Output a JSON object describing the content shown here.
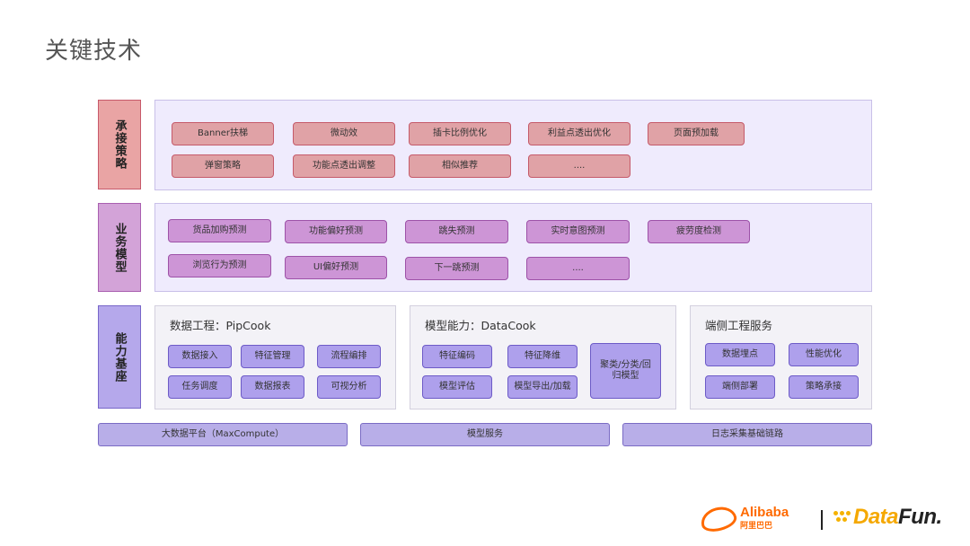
{
  "title": "关键技术",
  "layers": {
    "strategy": {
      "label": "承接策略",
      "items": [
        "Banner扶梯",
        "微动效",
        "插卡比例优化",
        "利益点透出优化",
        "页面预加载",
        "弹窗策略",
        "功能点透出调整",
        "相似推荐",
        "...."
      ]
    },
    "business": {
      "label": "业务模型",
      "items": [
        "货品加购预测",
        "功能偏好预测",
        "跳失预测",
        "实时意图预测",
        "疲劳度检测",
        "浏览行为预测",
        "UI偏好预测",
        "下一跳预测",
        "...."
      ]
    },
    "capability": {
      "label": "能力基座",
      "groups": [
        {
          "title": "数据工程：PipCook",
          "items": [
            "数据接入",
            "特征管理",
            "流程编排",
            "任务调度",
            "数据报表",
            "可视分析"
          ]
        },
        {
          "title": "模型能力：DataCook",
          "items": [
            "特征编码",
            "特征降维",
            "聚类/分类/回归模型",
            "模型评估",
            "模型导出/加载"
          ]
        },
        {
          "title": "端侧工程服务",
          "items": [
            "数据埋点",
            "性能优化",
            "端侧部署",
            "策略承接"
          ]
        }
      ]
    }
  },
  "base": [
    "大数据平台（MaxCompute）",
    "模型服务",
    "日志采集基础链路"
  ],
  "logos": {
    "alibaba_en": "Alibaba",
    "alibaba_cn": "阿里巴巴",
    "datafun_prefix": "Data",
    "datafun_suffix": "Fun."
  }
}
